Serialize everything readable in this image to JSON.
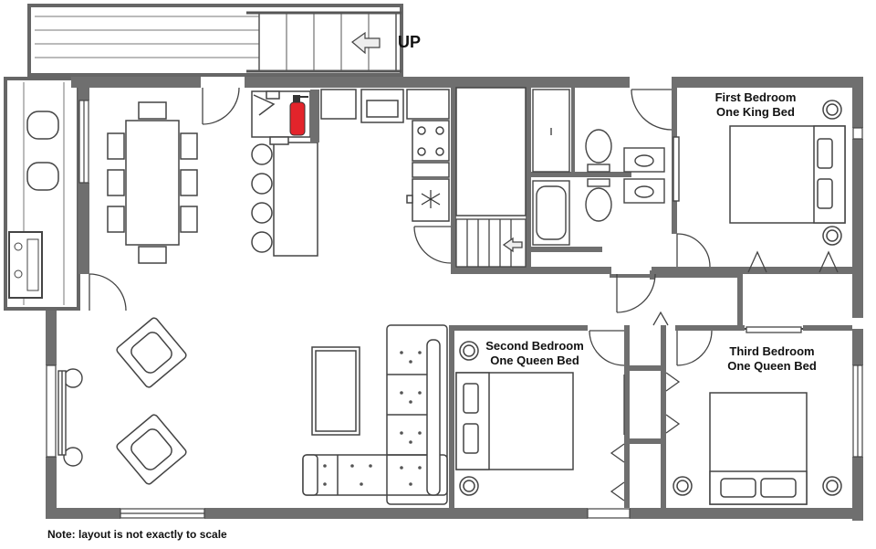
{
  "labels": {
    "up": "UP",
    "first_bedroom_title": "First Bedroom",
    "first_bedroom_bed": "One King Bed",
    "second_bedroom_title": "Second Bedroom",
    "second_bedroom_bed": "One Queen Bed",
    "third_bedroom_title": "Third Bedroom",
    "third_bedroom_bed": "One Queen Bed"
  },
  "note": "Note: layout is not exactly to scale",
  "colors": {
    "wall": "#6f6f6f",
    "extinguisher": "#e3242b",
    "line": "#333333"
  }
}
